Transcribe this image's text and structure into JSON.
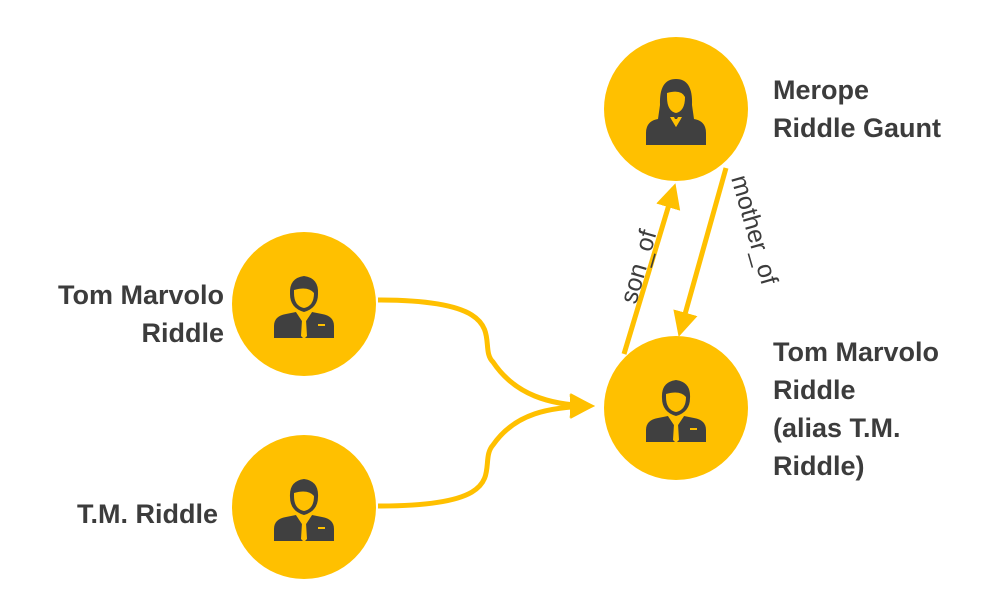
{
  "colors": {
    "node_fill": "#FFC000",
    "edge": "#FFC000",
    "icon": "#404040",
    "text": "#3C3C3C"
  },
  "nodes": {
    "tom_left": {
      "label_lines": [
        "Tom Marvolo",
        "Riddle"
      ],
      "icon": "man-icon"
    },
    "tm_riddle": {
      "label_lines": [
        "T.M. Riddle"
      ],
      "icon": "man-icon"
    },
    "merope": {
      "label_lines": [
        "Merope",
        "Riddle Gaunt"
      ],
      "icon": "woman-icon"
    },
    "tom_merged": {
      "label_lines": [
        "Tom Marvolo",
        "Riddle",
        "(alias T.M.",
        "Riddle)"
      ],
      "icon": "man-icon"
    }
  },
  "edges": {
    "son_of": "son_of",
    "mother_of": "mother_of"
  }
}
